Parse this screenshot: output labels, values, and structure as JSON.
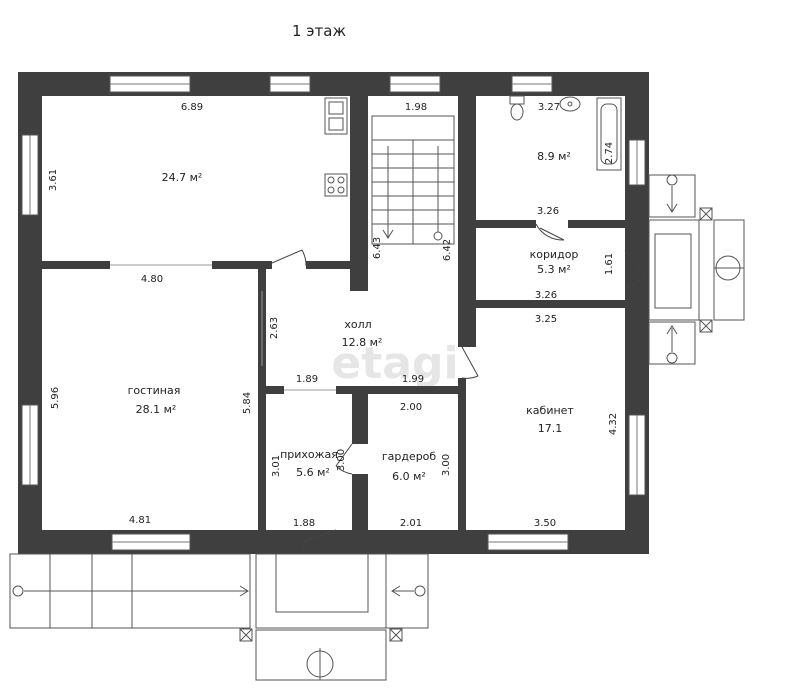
{
  "title": "1 этаж",
  "watermark": "etagi",
  "colors": {
    "wall": "#3f3f3f",
    "window": "#ffffff",
    "line": "#555555",
    "background": "#ffffff"
  },
  "rooms": {
    "kitchen": {
      "area": "24.7 м²"
    },
    "bathroom": {
      "area": "8.9 м²"
    },
    "corridor": {
      "name": "коридор",
      "area": "5.3 м²"
    },
    "hall": {
      "name": "холл",
      "area": "12.8 м²"
    },
    "living": {
      "name": "гостиная",
      "area": "28.1 м²"
    },
    "entry": {
      "name": "прихожая",
      "area": "5.6 м²"
    },
    "wardrobe": {
      "name": "гардероб",
      "area": "6.0 м²"
    },
    "office": {
      "name": "кабинет",
      "area": "17.1"
    }
  },
  "dimensions": {
    "kitchen_top": "6.89",
    "kitchen_left": "3.61",
    "kitchen_bottom": "4.80",
    "stair_top": "1.98",
    "stair_left": "6.43",
    "stair_right": "6.42",
    "bath_top": "3.27",
    "bath_right": "2.74",
    "bath_bottom": "3.26",
    "corridor_right": "1.61",
    "corridor_bottom": "3.26",
    "office_top": "3.25",
    "office_right": "4.32",
    "office_bottom": "3.50",
    "hall_left": "2.63",
    "hall_bottom_left": "1.89",
    "hall_bottom_right": "1.99",
    "living_left": "5.96",
    "living_right": "5.84",
    "living_bottom": "4.81",
    "entry_left": "3.01",
    "entry_right": "3.00",
    "entry_bottom": "1.88",
    "wardrobe_top": "2.00",
    "wardrobe_right": "3.00",
    "wardrobe_bottom": "2.01"
  }
}
